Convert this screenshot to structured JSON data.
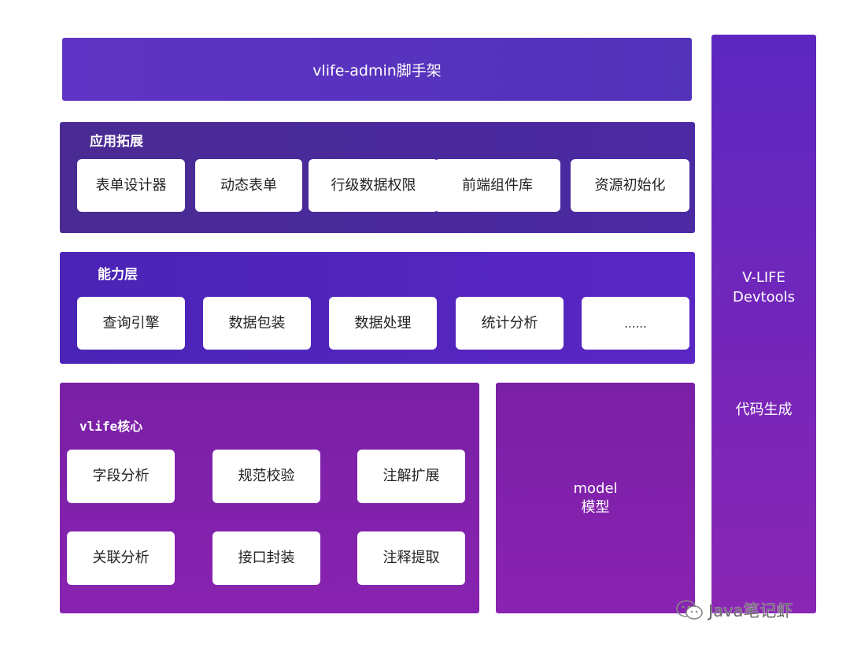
{
  "banner": {
    "title": "vlife-admin脚手架"
  },
  "app_extension": {
    "label": "应用拓展",
    "items": [
      "表单设计器",
      "动态表单",
      "行级数据权限",
      "前端组件库",
      "资源初始化"
    ]
  },
  "capability_layer": {
    "label": "能力层",
    "items": [
      "查询引擎",
      "数据包装",
      "数据处理",
      "统计分析",
      "......"
    ]
  },
  "core": {
    "label": "vlife核心",
    "items": [
      "字段分析",
      "规范校验",
      "注解扩展",
      "关联分析",
      "接口封装",
      "注释提取"
    ]
  },
  "model": {
    "line1": "model",
    "line2": "模型"
  },
  "devtools": {
    "title_line1": "V-LIFE",
    "title_line2": "Devtools",
    "subtitle": "代码生成"
  },
  "watermark": {
    "text": "Java笔记虾",
    "icon": "wechat-icon"
  },
  "colors": {
    "banner": "#5a33c0",
    "app_extension": "#4a2b9b",
    "capability_layer": "#5025bc",
    "core": "#8022ab",
    "devtools": "#7226b8",
    "card": "#ffffff"
  }
}
